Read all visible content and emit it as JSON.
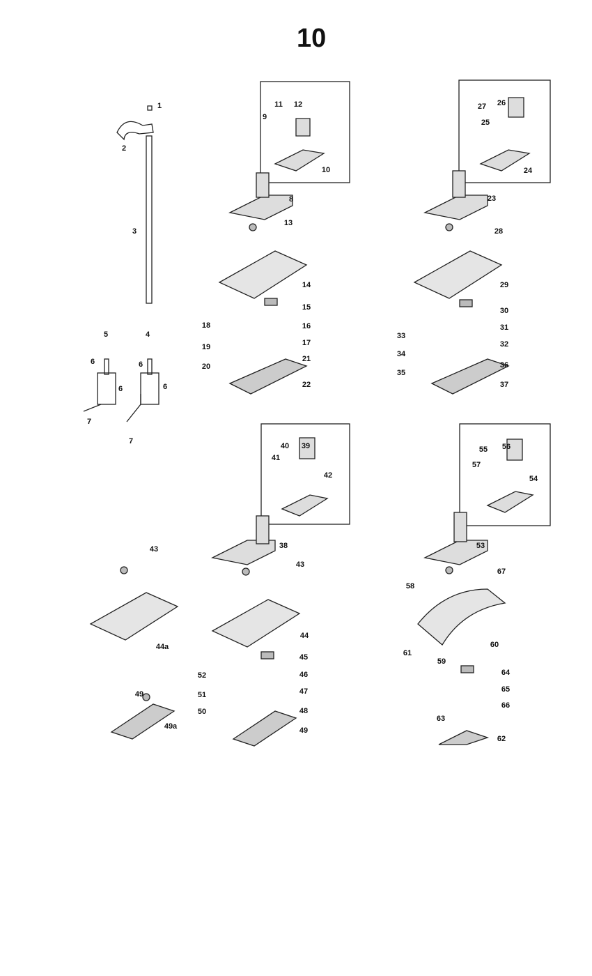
{
  "page_number": "10",
  "callouts": [
    "1",
    "2",
    "3",
    "4",
    "5",
    "6",
    "6",
    "6",
    "6",
    "7",
    "7",
    "8",
    "9",
    "10",
    "11",
    "12",
    "13",
    "14",
    "15",
    "16",
    "17",
    "18",
    "19",
    "20",
    "21",
    "22",
    "23",
    "24",
    "25",
    "26",
    "27",
    "28",
    "29",
    "30",
    "31",
    "32",
    "33",
    "34",
    "35",
    "36",
    "37",
    "38",
    "39",
    "40",
    "41",
    "42",
    "43",
    "43",
    "44",
    "44a",
    "45",
    "46",
    "47",
    "48",
    "49",
    "49a",
    "49",
    "50",
    "51",
    "52",
    "53",
    "54",
    "55",
    "56",
    "57",
    "58",
    "59",
    "60",
    "61",
    "62",
    "63",
    "64",
    "65",
    "66",
    "67"
  ]
}
